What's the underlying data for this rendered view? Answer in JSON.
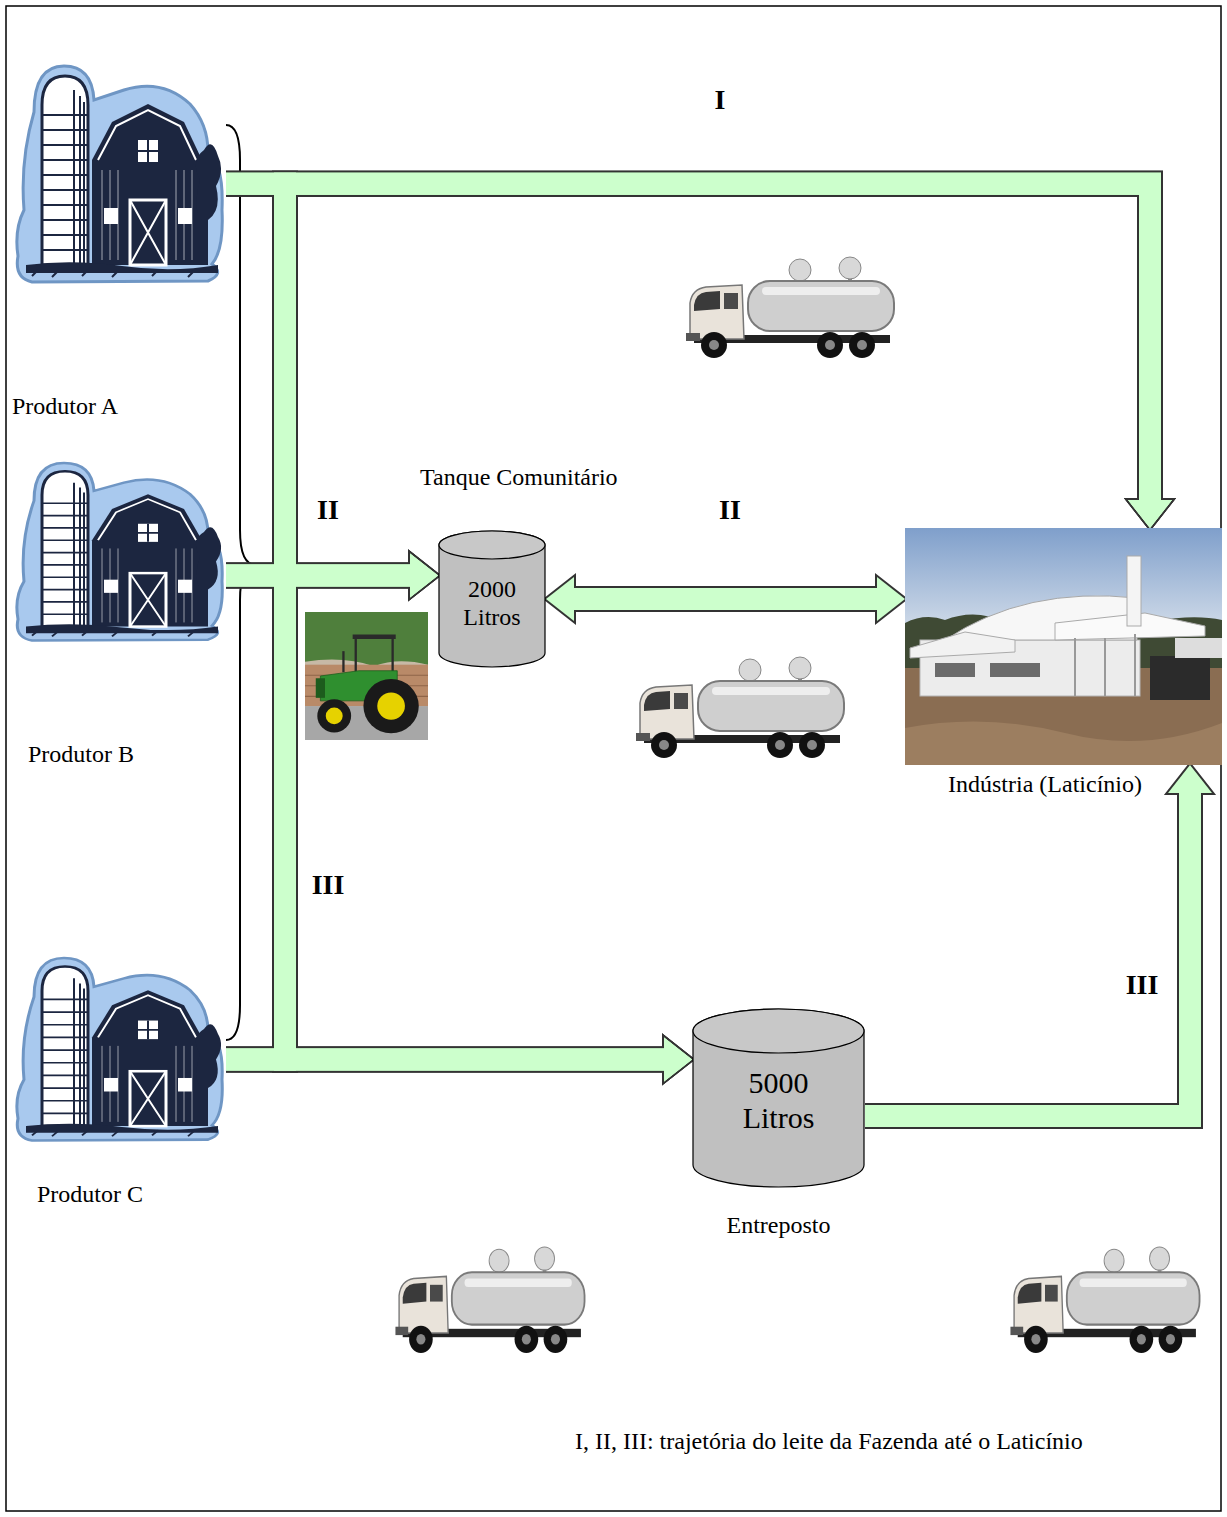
{
  "diagram": {
    "caption": "I, II, III: trajetória do leite da Fazenda até o Laticínio",
    "nodes": [
      {
        "text": [
          "Produtor A"
        ]
      },
      {
        "text": [
          "Produtor B"
        ]
      },
      {
        "text": [
          "Produtor C"
        ]
      },
      {
        "text": [
          "Tanque Comunitário",
          "2000 Litros"
        ]
      },
      {
        "text": [
          "Indústria (Laticínio)"
        ]
      },
      {
        "text": [
          "5000 Litros",
          "Entreposto"
        ]
      }
    ],
    "edges": [
      {
        "from": 0,
        "to": 4,
        "arrow": "to",
        "label": "I"
      },
      {
        "from": 1,
        "to": 4,
        "arrow": "to"
      },
      {
        "from": 2,
        "to": 4,
        "arrow": "to"
      },
      {
        "from": 0,
        "to": 3,
        "arrow": "to"
      },
      {
        "from": 1,
        "to": 3,
        "arrow": "to",
        "label": "II"
      },
      {
        "from": 2,
        "to": 3,
        "arrow": "to"
      },
      {
        "from": 3,
        "to": 4,
        "arrow": "both",
        "label": "II"
      },
      {
        "from": 0,
        "to": 5,
        "arrow": "to"
      },
      {
        "from": 1,
        "to": 5,
        "arrow": "to"
      },
      {
        "from": 2,
        "to": 5,
        "arrow": "to",
        "label": "III"
      },
      {
        "from": 5,
        "to": 4,
        "arrow": "to",
        "label": "III"
      }
    ]
  }
}
